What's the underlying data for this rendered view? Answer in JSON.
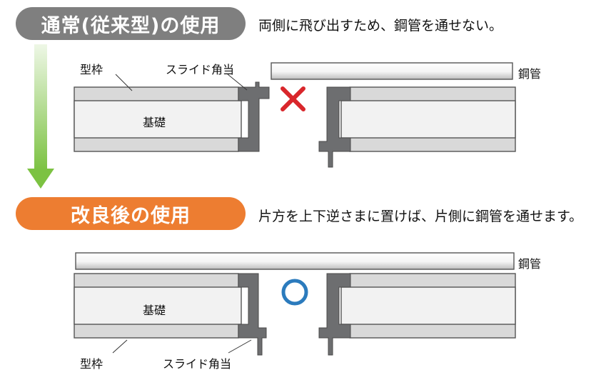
{
  "header_before": {
    "label": "通常(従来型)の使用",
    "caption": "両側に飛び出すため、鋼管を通せない。"
  },
  "header_after": {
    "label": "改良後の使用",
    "caption": "片方を上下逆さまに置けば、片側に鋼管を通せます。"
  },
  "diagram_before": {
    "formwork_label": "型枠",
    "slide_label": "スライド角当",
    "foundation_label": "基礎",
    "pipe_label": "鋼管",
    "result_mark": "✕"
  },
  "diagram_after": {
    "formwork_label": "型枠",
    "slide_label": "スライド角当",
    "foundation_label": "基礎",
    "pipe_label": "鋼管",
    "result_mark": "○"
  },
  "colors": {
    "pill_before": "#7f7f7f",
    "pill_after": "#ed7d31",
    "arrow_green": "#7cc242",
    "fitting": "#6d6e70",
    "formwork_fill": "#d9d9d9",
    "foundation_fill": "#f2f2f2",
    "cross_red": "#d9262b",
    "circle_blue": "#2b7bbd"
  }
}
